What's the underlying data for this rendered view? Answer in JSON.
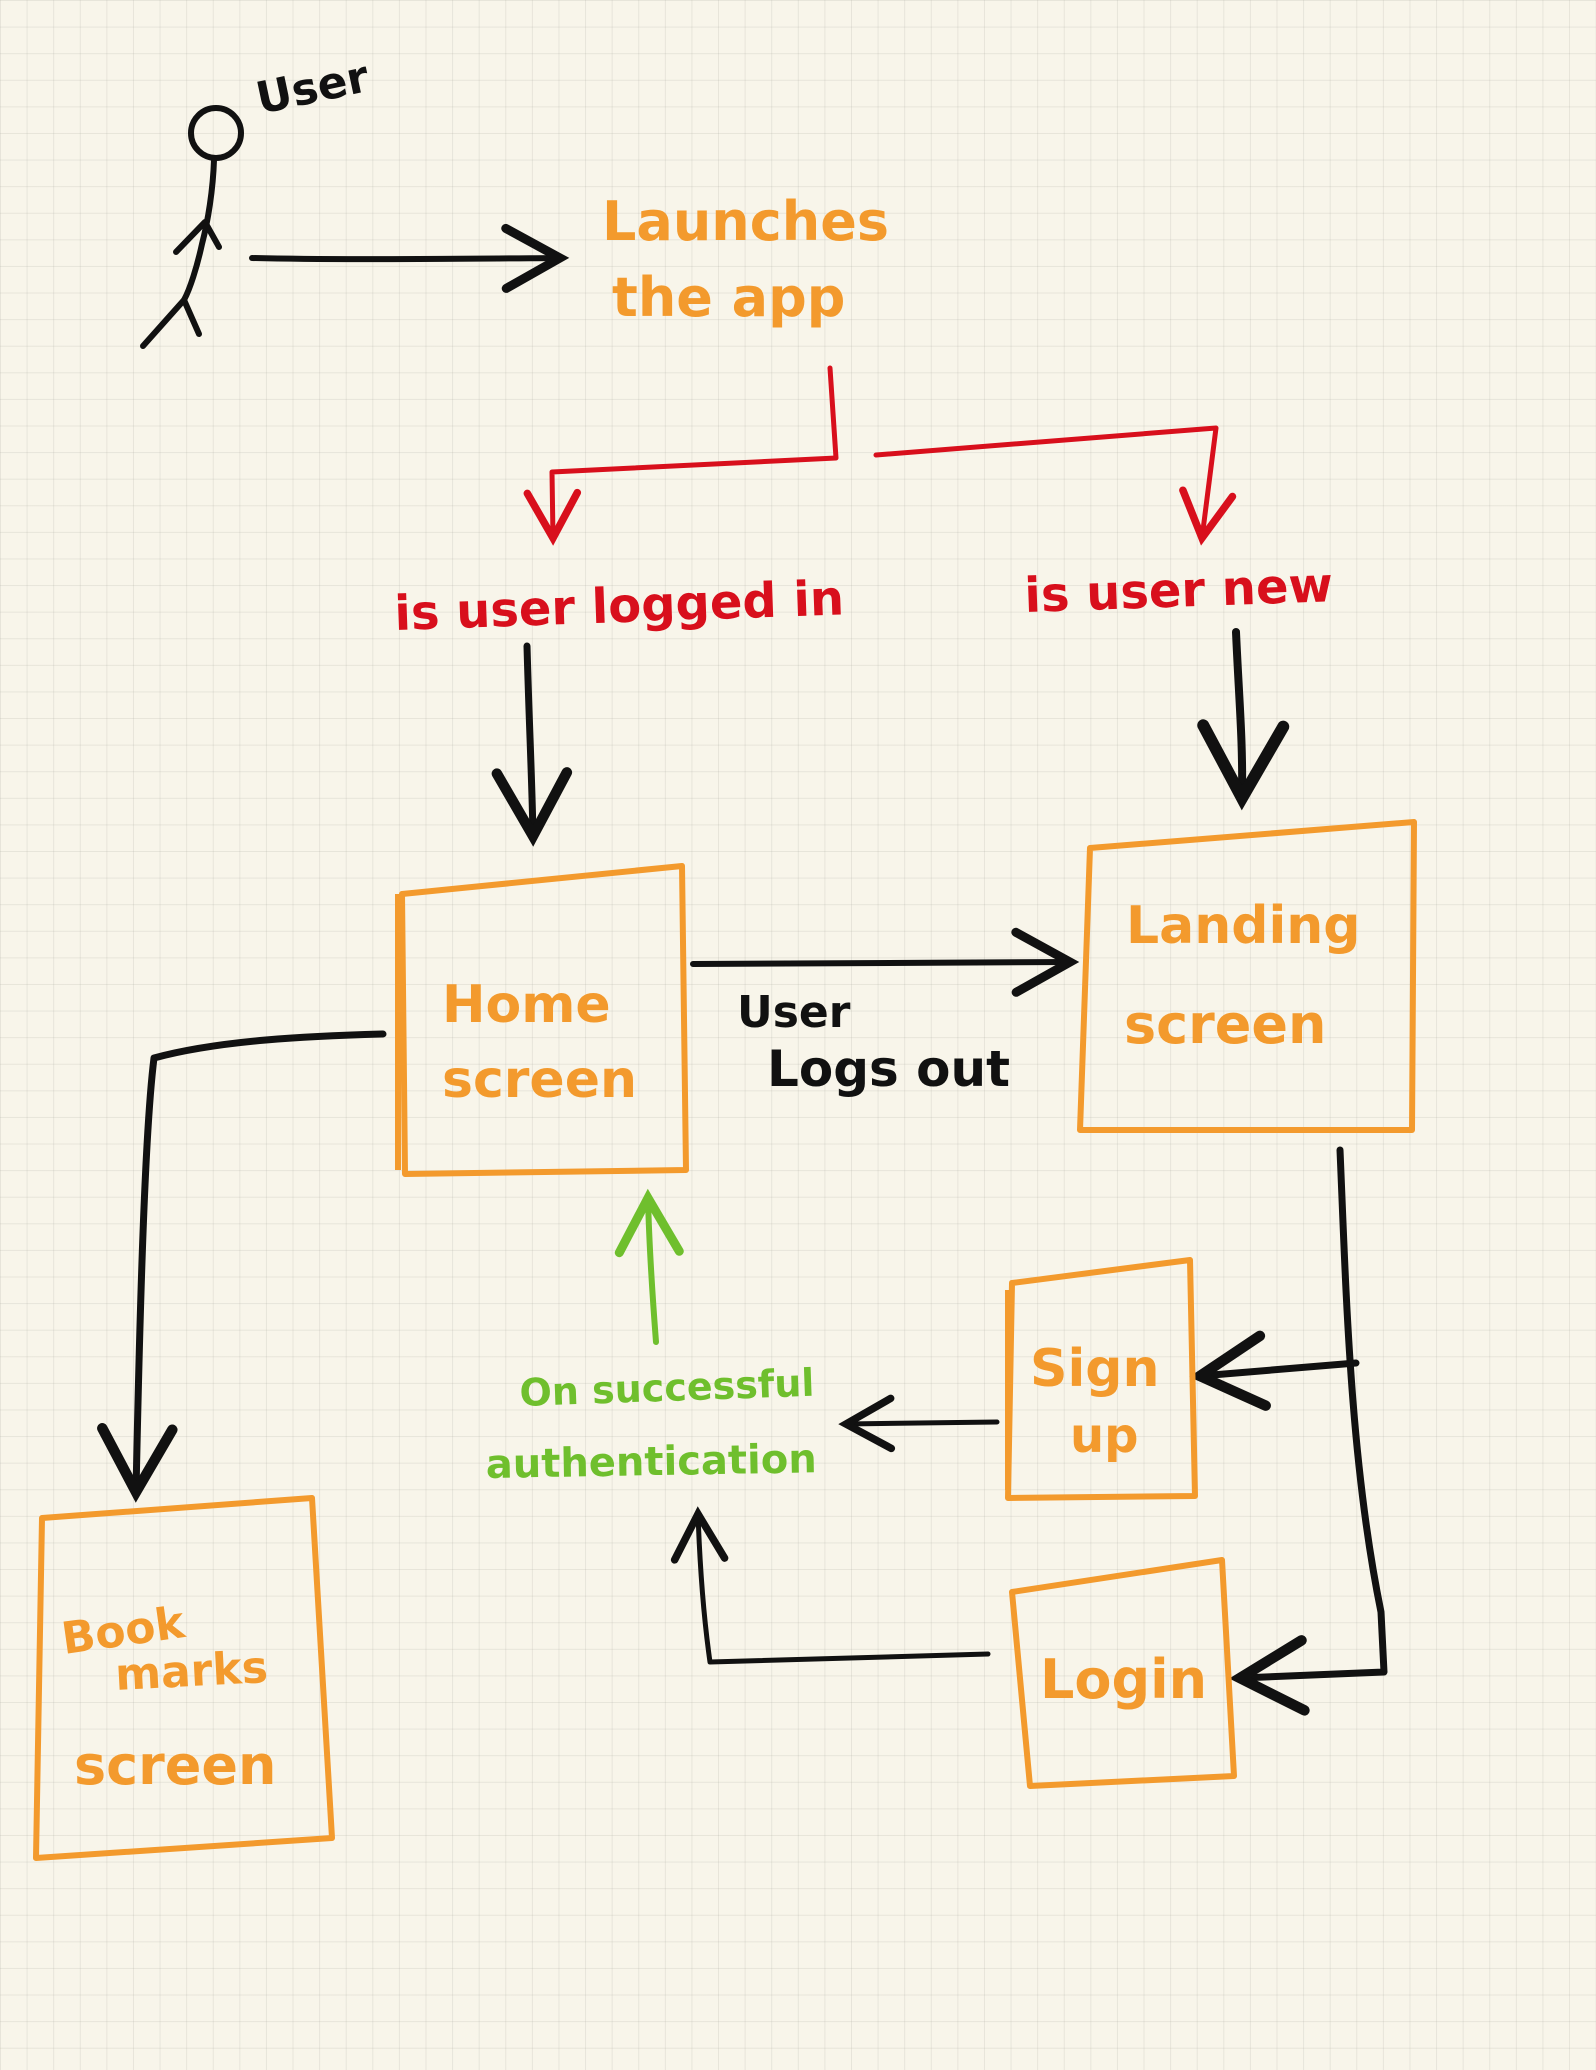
{
  "colors": {
    "paper": "#f8f5ea",
    "grid": "#d8d6cd",
    "orange": "#f39a2d",
    "red": "#d80f1c",
    "black": "#111111",
    "green": "#6fbf2d"
  },
  "labels": {
    "user": "User",
    "launches_line1": "Launches",
    "launches_line2": "the app",
    "logged_in": "is user logged in",
    "user_new": "is user new",
    "home_line1": "Home",
    "home_line2": "screen",
    "logout_line1": "User",
    "logout_line2": "Logs out",
    "landing_line1": "Landing",
    "landing_line2": "screen",
    "signup_line1": "Sign",
    "signup_line2": "up",
    "success_line1": "On successful",
    "success_line2": "authentication",
    "login": "Login",
    "bookmarks_line1": "Book",
    "bookmarks_line2": "marks",
    "bookmarks_line3": "screen"
  }
}
